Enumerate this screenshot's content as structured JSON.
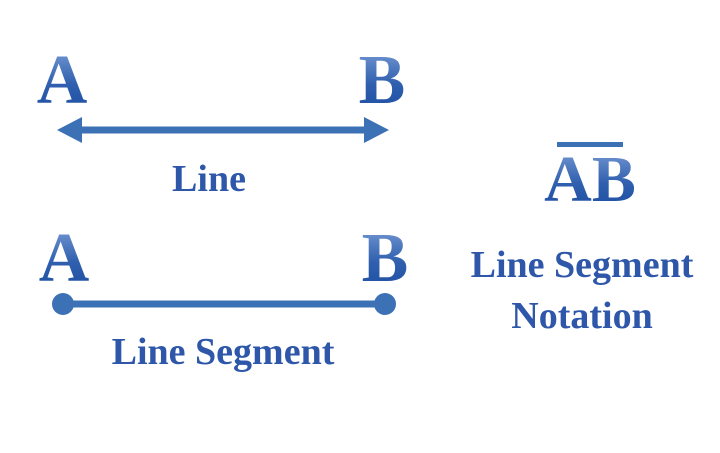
{
  "colors": {
    "letter_top": "#7b9dd6",
    "letter_mid": "#2f5fae",
    "letter_bottom": "#1c4da0",
    "shape_blue": "#3d71b6",
    "label_blue": "#2e57a9",
    "background": "#ffffff"
  },
  "line_figure": {
    "point_a": "A",
    "point_b": "B",
    "caption": "Line"
  },
  "segment_figure": {
    "point_a": "A",
    "point_b": "B",
    "caption": "Line Segment"
  },
  "notation": {
    "symbol": "AB",
    "caption_line1": "Line Segment",
    "caption_line2": "Notation"
  }
}
